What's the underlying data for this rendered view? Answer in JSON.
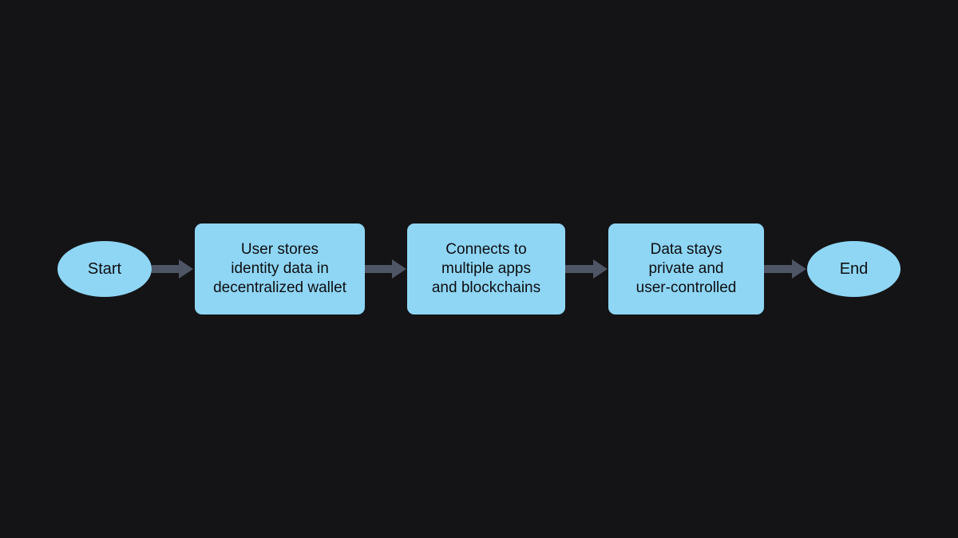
{
  "diagram": {
    "type": "flowchart",
    "direction": "left-to-right",
    "colors": {
      "background": "#141416",
      "node_fill": "#8fd6f5",
      "arrow": "#4e5565",
      "text": "#0e0e10"
    },
    "nodes": [
      {
        "id": "start",
        "shape": "ellipse",
        "label": "Start"
      },
      {
        "id": "step1",
        "shape": "rounded-rect",
        "lines": [
          "User stores",
          "identity data in",
          "decentralized wallet"
        ]
      },
      {
        "id": "step2",
        "shape": "rounded-rect",
        "lines": [
          "Connects to",
          "multiple apps",
          "and blockchains"
        ]
      },
      {
        "id": "step3",
        "shape": "rounded-rect",
        "lines": [
          "Data stays",
          "private and",
          "user-controlled"
        ]
      },
      {
        "id": "end",
        "shape": "ellipse",
        "label": "End"
      }
    ],
    "edges": [
      {
        "from": "start",
        "to": "step1"
      },
      {
        "from": "step1",
        "to": "step2"
      },
      {
        "from": "step2",
        "to": "step3"
      },
      {
        "from": "step3",
        "to": "end"
      }
    ]
  }
}
